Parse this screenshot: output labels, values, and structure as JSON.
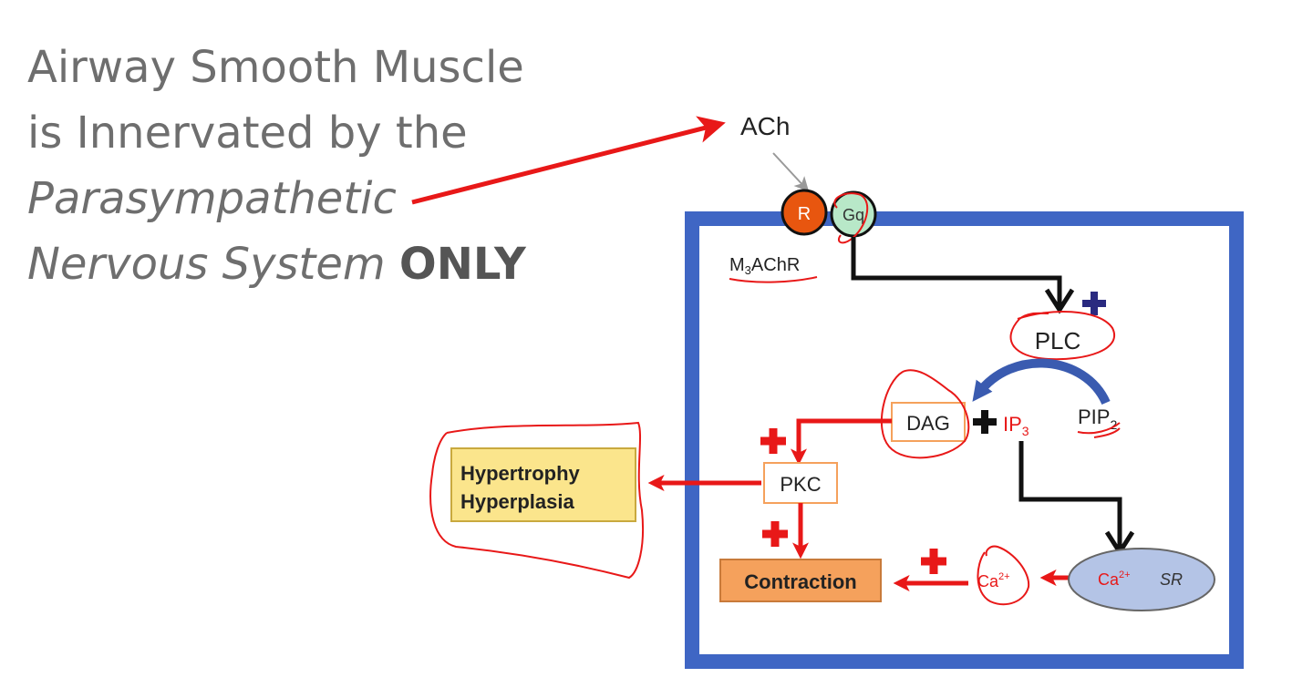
{
  "title": {
    "line1": "Airway Smooth Muscle",
    "line2": "is Innervated by the",
    "line3": "Parasympathetic",
    "line4_italic": "Nervous System",
    "line4_bold": "ONLY"
  },
  "nodes": {
    "ach": "ACh",
    "receptor": "R",
    "gq": "Gq",
    "m3achr_prefix": "M",
    "m3achr_sub": "3",
    "m3achr_suffix": "AChR",
    "plc": "PLC",
    "dag": "DAG",
    "ip3_base": "IP",
    "ip3_sub": "3",
    "pip2_base": "PIP",
    "pip2_sub": "2",
    "pkc": "PKC",
    "hyper_line1": "Hypertrophy",
    "hyper_line2": "Hyperplasia",
    "contraction": "Contraction",
    "ca_sr_base": "Ca",
    "ca_sr_sup": "2+",
    "sr": "SR",
    "ca_cyto_base": "Ca",
    "ca_cyto_sup": "2+"
  },
  "colors": {
    "cell_border": "#3f66c4",
    "receptor": "#e8560f",
    "gq": "#b8e8c8",
    "activation_red": "#e81818",
    "hyper_box": "#fbe58c",
    "contraction_box": "#f5a15c",
    "sr_fill": "#b4c4e6",
    "plc_arrow": "#3a5bb0",
    "plus_blue": "#2a2a80"
  }
}
